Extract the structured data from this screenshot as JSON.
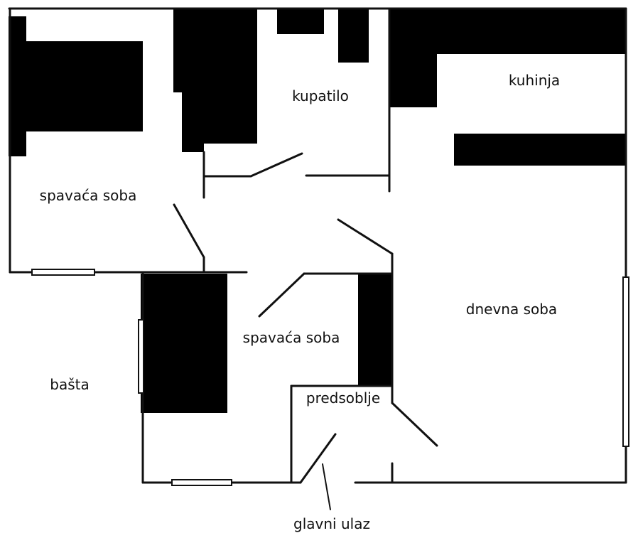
{
  "rooms": {
    "bathroom": "kupatilo",
    "kitchen": "kuhinja",
    "bedroom_1": "spavaća soba",
    "bedroom_2": "spavaća soba",
    "living_room": "dnevna soba",
    "hallway": "predsoblje",
    "garden": "bašta",
    "main_entrance": "glavni ulaz"
  },
  "colors": {
    "wall": "#111111",
    "furniture": "#000000",
    "background": "#ffffff"
  }
}
